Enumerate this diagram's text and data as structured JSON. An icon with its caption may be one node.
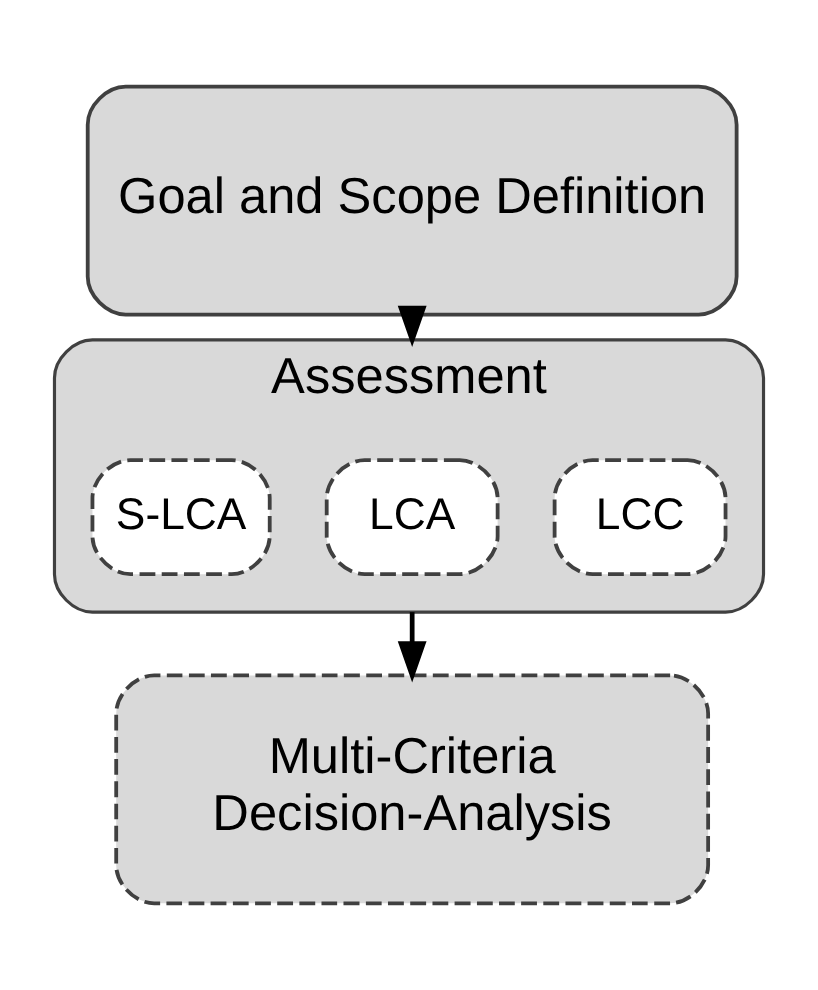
{
  "diagram": {
    "nodes": [
      {
        "text": [
          "Goal and Scope Definition"
        ]
      },
      {
        "text": [
          "Assessment"
        ]
      },
      {
        "text": [
          "LCC"
        ],
        "in": 1
      },
      {
        "text": [
          "LCA"
        ],
        "in": 1
      },
      {
        "text": [
          "S-LCA"
        ],
        "in": 1
      },
      {
        "text": [
          "Multi-Criteria Decision-Analysis"
        ]
      }
    ],
    "edges": [
      {
        "from": 0,
        "to": 1,
        "arrow": "to"
      },
      {
        "from": 1,
        "to": 5,
        "arrow": "to"
      }
    ]
  }
}
